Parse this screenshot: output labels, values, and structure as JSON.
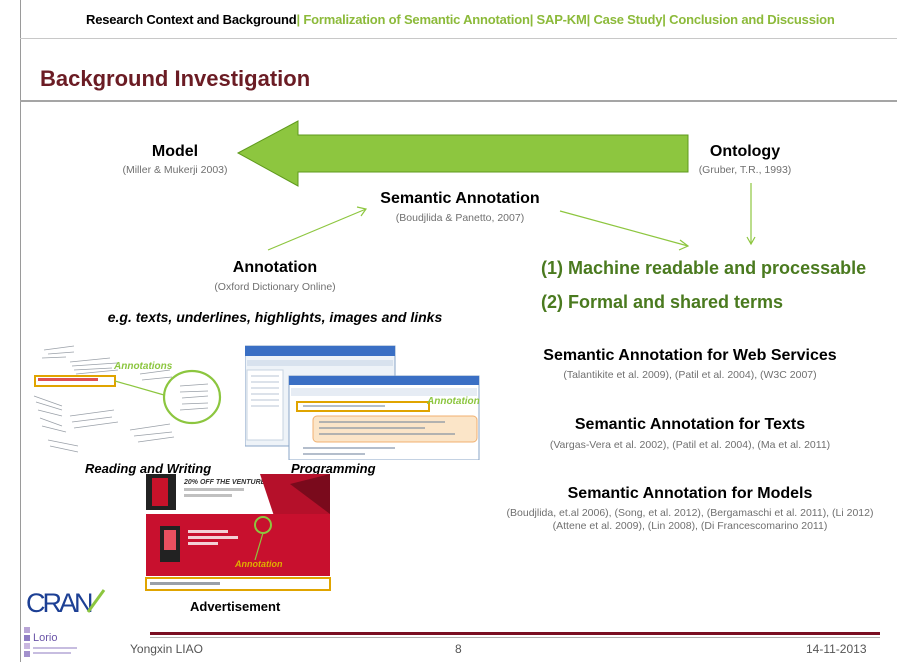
{
  "nav": {
    "active": "Research Context and Background",
    "items": [
      "| Formalization of Semantic Annotation",
      "| SAP-KM",
      "| Case Study",
      "| Conclusion and Discussion"
    ]
  },
  "title": "Background Investigation",
  "model": {
    "label": "Model",
    "cite": "(Miller & Mukerji 2003)"
  },
  "ontology": {
    "label": "Ontology",
    "cite": "(Gruber, T.R., 1993)"
  },
  "semantic_annotation": {
    "label": "Semantic Annotation",
    "cite": "(Boudjlida & Panetto, 2007)"
  },
  "annotation": {
    "label": "Annotation",
    "cite": "(Oxford Dictionary Online)",
    "examples": "e.g. texts, underlines, highlights, images and links"
  },
  "properties": [
    "(1) Machine readable and processable",
    "(2) Formal and shared terms"
  ],
  "sa_sections": [
    {
      "title": "Semantic Annotation for Web Services",
      "cite": "(Talantikite et al. 2009), (Patil et al. 2004), (W3C 2007)"
    },
    {
      "title": "Semantic Annotation for Texts",
      "cite": "(Vargas-Vera et al. 2002), (Patil et al. 2004), (Ma et al. 2011)"
    },
    {
      "title": "Semantic Annotation for Models",
      "cite": "(Boudjlida, et.al 2006), (Song, et al. 2012), (Bergamaschi et al. 2011), (Li 2012) (Attene et al. 2009), (Lin 2008), (Di Francescomarino 2011)"
    }
  ],
  "images": {
    "reading": {
      "caption": "Reading and Writing",
      "tag": "Annotations"
    },
    "programming": {
      "caption": "Programming",
      "tag": "Annotation"
    },
    "advert": {
      "caption": "Advertisement",
      "tag": "Annotation",
      "banner": "20% OFF THE VENTURE"
    }
  },
  "logo": {
    "cran": "CRAN",
    "lorio": "Lorio"
  },
  "footer": {
    "author": "Yongxin LIAO",
    "page": "8",
    "date": "14-11-2013"
  },
  "colors": {
    "accent_red": "#6b1c24",
    "green": "#8cba3a",
    "arrow_green": "#8dc63f"
  }
}
